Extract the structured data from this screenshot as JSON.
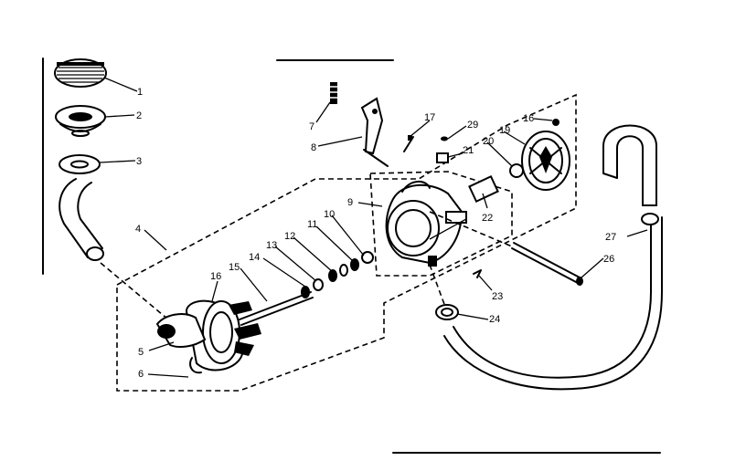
{
  "callouts": {
    "c1": "1",
    "c2": "2",
    "c3": "3",
    "c4": "4",
    "c5": "5",
    "c6": "6",
    "c7": "7",
    "c8": "8",
    "c9": "9",
    "c10": "10",
    "c11": "11",
    "c12": "12",
    "c13": "13",
    "c14": "14",
    "c15": "15",
    "c16a": "16",
    "c16b": "16",
    "c17": "17",
    "c19": "19",
    "c20": "20",
    "c21": "21",
    "c22": "22",
    "c23": "23",
    "c24": "24",
    "c26": "26",
    "c27": "27",
    "c29": "29"
  }
}
